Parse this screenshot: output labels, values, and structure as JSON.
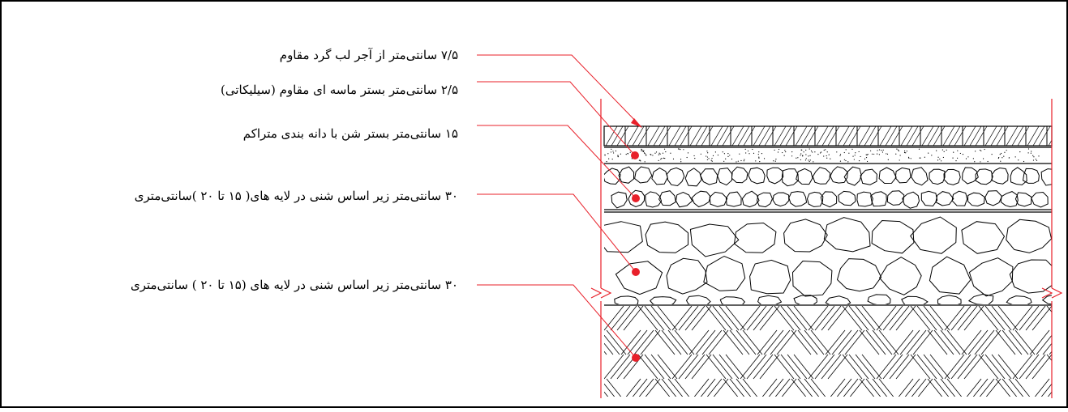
{
  "labels": [
    "۷/۵ سانتی‌متر از آجر لب گرد مقاوم",
    "۲/۵ سانتی‌متر بستر ماسه ای مقاوم (سیلیکاتی)",
    "۱۵ سانتی‌متر بستر شن با دانه بندی متراکم",
    "۳۰ سانتی‌متر زیر اساس شنی در لایه های( ۱۵ تا ۲۰ )سانتی‌متری",
    "۳۰ سانتی‌متر زیر اساس شنی در لایه های (۱۵ تا ۲۰ ) سانتی‌متری"
  ],
  "colors": {
    "leader": "#e8202a",
    "outline": "#000000",
    "background": "#ffffff"
  }
}
